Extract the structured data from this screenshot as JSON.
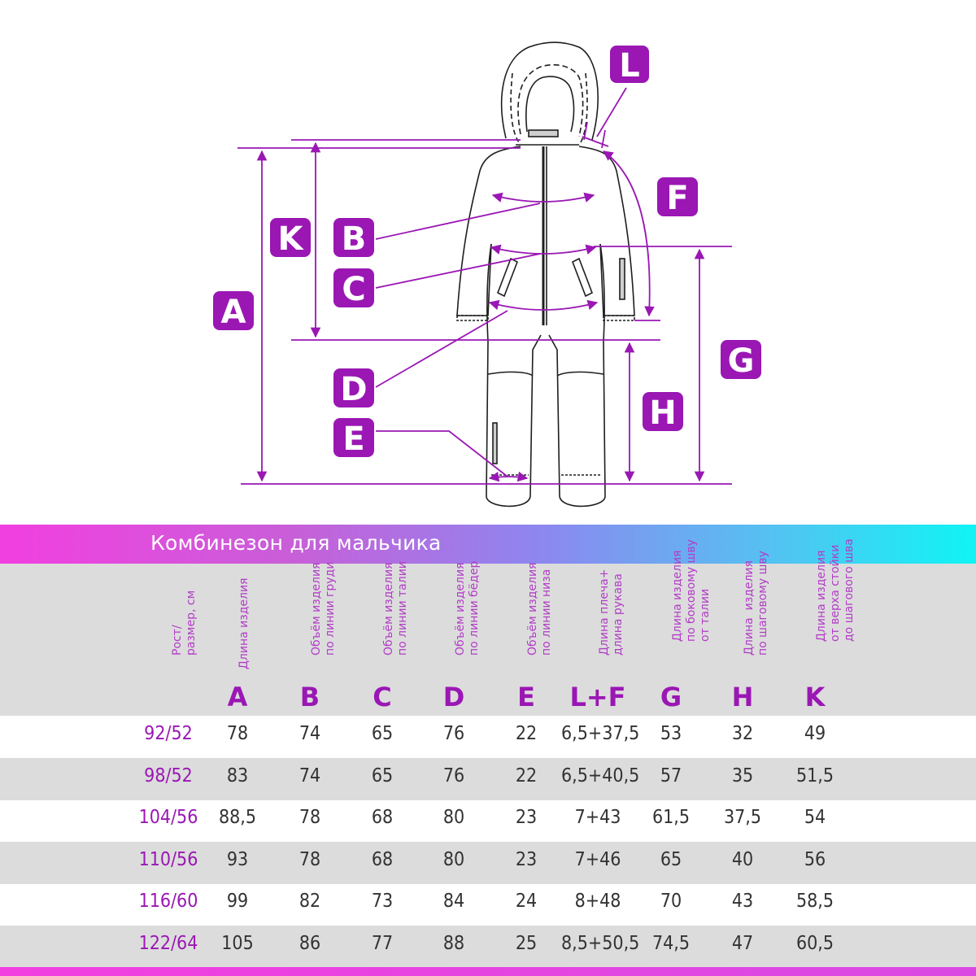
{
  "diagram": {
    "badges": {
      "A": "A",
      "K": "K",
      "B": "B",
      "C": "C",
      "D": "D",
      "E": "E",
      "L": "L",
      "F": "F",
      "G": "G",
      "H": "H"
    },
    "colors": {
      "accent": "#9a17b4",
      "line": "#9a17b4",
      "outline": "#1e1e1e"
    }
  },
  "table": {
    "title": "Комбинезон для мальчика",
    "size_header": "Рост/\nразмер, см",
    "columns": [
      {
        "desc": "Длина изделия",
        "letter": "A"
      },
      {
        "desc": "Объём изделия\nпо линии груди",
        "letter": "B"
      },
      {
        "desc": "Объём изделия\nпо линии талии",
        "letter": "C"
      },
      {
        "desc": "Объём изделия\nпо линии бёдер",
        "letter": "D"
      },
      {
        "desc": "Объём изделия\nпо линии низа",
        "letter": "E"
      },
      {
        "desc": "Длина плеча+\nдлина рукава",
        "letter": "L+F"
      },
      {
        "desc": "Длина изделия\nпо боковому шву\nот талии",
        "letter": "G"
      },
      {
        "desc": "Длина  изделия\nпо шаговому шву",
        "letter": "H"
      },
      {
        "desc": "Длина изделия\nот верха стойки\nдо шагового шва",
        "letter": "K"
      }
    ],
    "rows": [
      {
        "size": "92/52",
        "values": [
          "78",
          "74",
          "65",
          "76",
          "22",
          "6,5+37,5",
          "53",
          "32",
          "49"
        ]
      },
      {
        "size": "98/52",
        "values": [
          "83",
          "74",
          "65",
          "76",
          "22",
          "6,5+40,5",
          "57",
          "35",
          "51,5"
        ]
      },
      {
        "size": "104/56",
        "values": [
          "88,5",
          "78",
          "68",
          "80",
          "23",
          "7+43",
          "61,5",
          "37,5",
          "54"
        ]
      },
      {
        "size": "110/56",
        "values": [
          "93",
          "78",
          "68",
          "80",
          "23",
          "7+46",
          "65",
          "40",
          "56"
        ]
      },
      {
        "size": "116/60",
        "values": [
          "99",
          "82",
          "73",
          "84",
          "24",
          "8+48",
          "70",
          "43",
          "58,5"
        ]
      },
      {
        "size": "122/64",
        "values": [
          "105",
          "86",
          "77",
          "88",
          "25",
          "8,5+50,5",
          "74,5",
          "47",
          "60,5"
        ]
      }
    ]
  }
}
